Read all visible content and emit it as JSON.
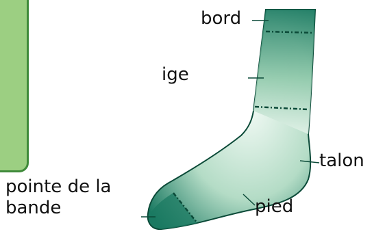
{
  "labels": {
    "bord": "bord",
    "tige": "ige",
    "talon": "talon",
    "pied": "pied",
    "pointe_line1": "pointe de la",
    "pointe_line2": "bande"
  },
  "colors": {
    "sock_dark": "#1b7a62",
    "sock_light": "#eef7f1",
    "outline": "#0b4a38",
    "panel_fill": "#9ccf82",
    "panel_border": "#3f8a3a"
  }
}
